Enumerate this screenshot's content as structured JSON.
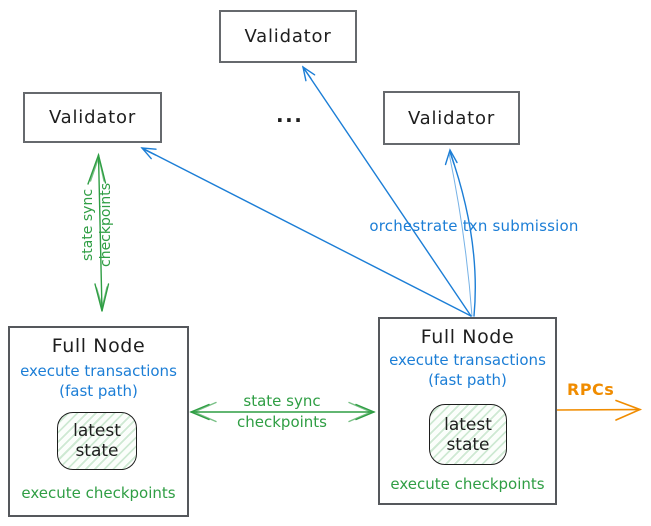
{
  "validators": {
    "top": "Validator",
    "left": "Validator",
    "right": "Validator"
  },
  "ellipsis": "...",
  "full_node_left": {
    "title": "Full Node",
    "exec_line1": "execute transactions",
    "exec_line2": "(fast path)",
    "state_line1": "latest",
    "state_line2": "state",
    "footer": "execute checkpoints"
  },
  "full_node_right": {
    "title": "Full Node",
    "exec_line1": "execute transactions",
    "exec_line2": "(fast path)",
    "state_line1": "latest",
    "state_line2": "state",
    "footer": "execute checkpoints"
  },
  "edge_labels": {
    "vertical_sync_line1": "state sync",
    "vertical_sync_line2": "checkpoints",
    "horizontal_sync_line1": "state sync",
    "horizontal_sync_line2": "checkpoints",
    "orchestrate": "orchestrate txn submission",
    "rpcs": "RPCs"
  },
  "colors": {
    "blue": "#1c7ed6",
    "green": "#2f9e44",
    "orange": "#f08c00",
    "text_black": "#1e1e1e",
    "validator_border": "#66696d",
    "full_node_border": "#55585c",
    "state_fill": "#fbfefb"
  }
}
